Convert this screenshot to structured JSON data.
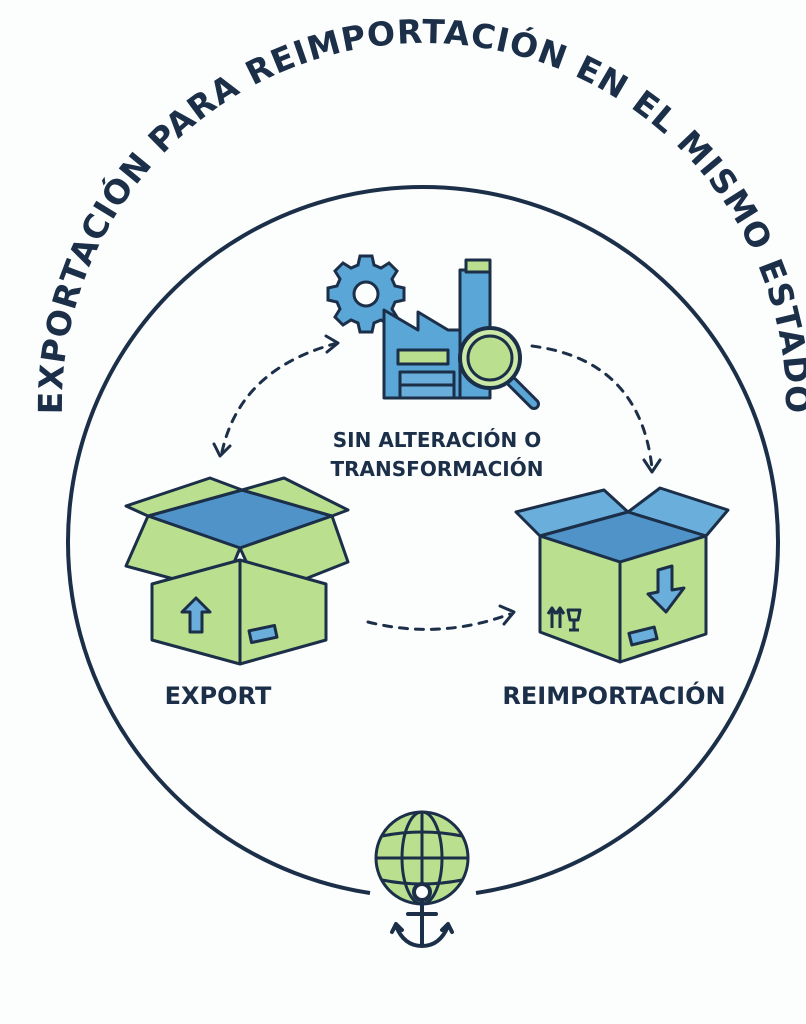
{
  "title": "EXPORTACIÓN PARA REIMPORTACIÓN EN EL MISMO ESTADO",
  "center_note": {
    "line1": "SIN ALTERACIÓN O",
    "line2": "TRANSFORMACIÓN"
  },
  "labels": {
    "export": "EXPORT",
    "reimport": "REIMPORTACIÓN"
  },
  "colors": {
    "ink": "#1c2f49",
    "green": "#b9df8f",
    "green_light": "#cbe8a7",
    "blue": "#6aaedb",
    "blue_dark": "#4f93c8",
    "gear": "#5aa6d7"
  },
  "icons": {
    "factory": "factory-icon",
    "gear": "gear-icon",
    "magnifier": "magnifier-icon",
    "export_box": "open-box-icon",
    "reimport_box": "open-box-icon",
    "globe": "globe-icon",
    "anchor": "anchor-icon"
  }
}
